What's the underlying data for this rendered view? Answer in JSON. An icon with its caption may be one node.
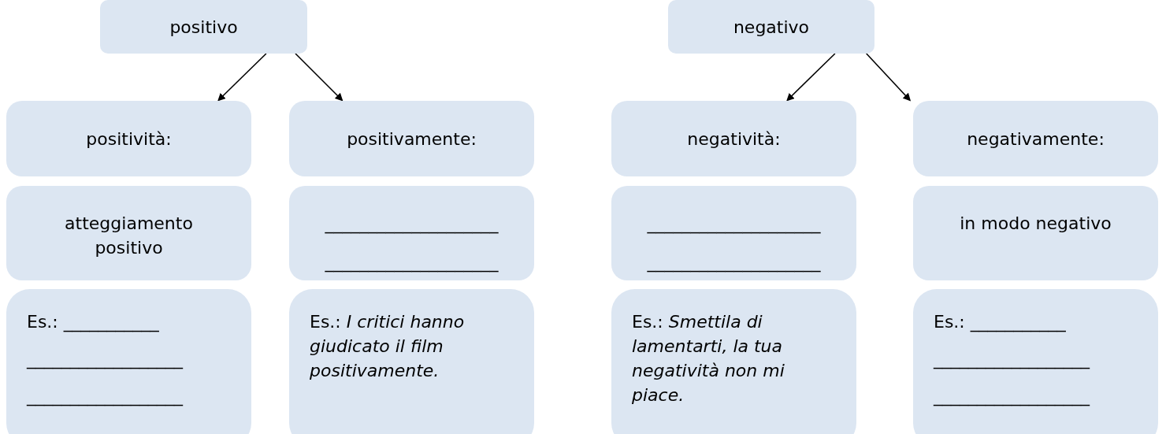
{
  "diagram": {
    "nodes": [
      {
        "text": [
          "positivo"
        ]
      },
      {
        "text": [
          "negativo"
        ]
      },
      {
        "text": [
          "positività:"
        ]
      },
      {
        "text": [
          "positivamente:"
        ]
      },
      {
        "text": [
          "negatività:"
        ]
      },
      {
        "text": [
          "negativamente:"
        ]
      },
      {
        "text": [
          "atteggiamento positivo"
        ]
      },
      {
        "text": [
          "____________________",
          "____________________"
        ]
      },
      {
        "text": [
          "____________________",
          "____________________"
        ]
      },
      {
        "text": [
          "in modo negativo"
        ]
      },
      {
        "text": [
          "Es.: ___________",
          "__________________",
          "__________________"
        ]
      },
      {
        "text": [
          "Es.: *I critici hanno giudicato il film positivamente.*"
        ]
      },
      {
        "text": [
          "Es.: *Smettila di lamentarti, la tua negatività non mi piace.*"
        ]
      },
      {
        "text": [
          "Es.: ___________",
          "__________________",
          "__________________"
        ]
      }
    ],
    "edges": [
      {
        "from": 0,
        "to": 2,
        "arrow": "to"
      },
      {
        "from": 0,
        "to": 3,
        "arrow": "to"
      },
      {
        "from": 1,
        "to": 4,
        "arrow": "to"
      },
      {
        "from": 1,
        "to": 5,
        "arrow": "to"
      }
    ]
  }
}
